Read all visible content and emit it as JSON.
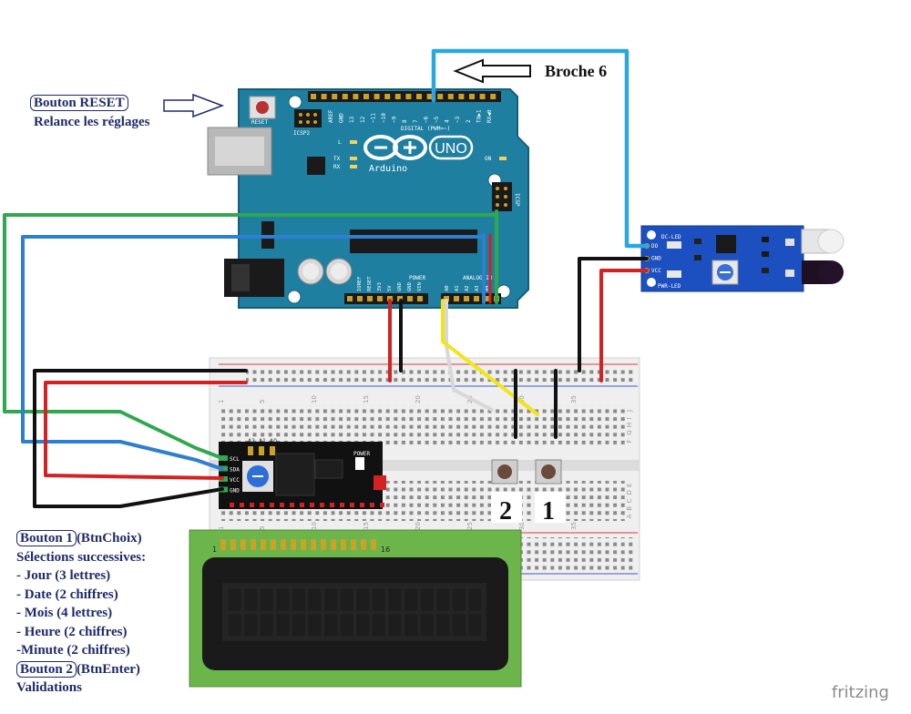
{
  "reset_note": {
    "button": "Bouton RESET",
    "desc": "Relance les réglages"
  },
  "broche_label": "Broche 6",
  "board": {
    "logo": "UNO",
    "brand": "Arduino",
    "reset": "RESET",
    "icsp2": "ICSP2",
    "icsp": "ICSP",
    "digital": "DIGITAL (PWM=~)",
    "power": "POWER",
    "analog": "ANALOG IN",
    "on": "ON",
    "l": "L",
    "tx": "TX",
    "rx": "RX",
    "aref": "AREF",
    "gnd": "GND",
    "pins_digital": [
      "13",
      "12",
      "~11",
      "~10",
      "~9",
      "8",
      "7",
      "~6",
      "~5",
      "4",
      "~3",
      "2",
      "TX▶1",
      "RX◀0"
    ],
    "pins_power": [
      "IOREF",
      "RESET",
      "3V3",
      "5V",
      "GND",
      "GND",
      "VIN"
    ],
    "pins_analog": [
      "A0",
      "A1",
      "A2",
      "A3",
      "A4",
      "A5"
    ]
  },
  "sensor": {
    "dc_led": "DC-LED",
    "pwr_led": "PWR-LED",
    "pins": [
      "DO",
      "GND",
      "VCC"
    ]
  },
  "i2c": {
    "pins": [
      "SCL",
      "SDA",
      "VCC",
      "GND"
    ],
    "addr": [
      "A2",
      "A1",
      "A0"
    ],
    "power": "POWER"
  },
  "breadboard": {
    "cols": [
      "1",
      "5",
      "10",
      "15",
      "20",
      "25",
      "30",
      "35"
    ],
    "rows_top": [
      "J",
      "I",
      "H",
      "G",
      "F"
    ],
    "rows_bottom": [
      "E",
      "D",
      "C",
      "B",
      "A"
    ]
  },
  "lcd": {
    "pin1": "1",
    "pin16": "16"
  },
  "buttons": {
    "left": "2",
    "right": "1"
  },
  "instructions": {
    "btn1_label": "Bouton 1",
    "btn1_name": "(BtnChoix)",
    "heading": "Sélections successives:",
    "items": [
      "- Jour (3 lettres)",
      "- Date (2 chiffres)",
      "- Mois (4 lettres)",
      "- Heure (2 chiffres)",
      "-Minute (2 chiffres)"
    ],
    "btn2_label": "Bouton 2",
    "btn2_name": "(BtnEnter)",
    "validations": "Validations"
  },
  "watermark": "fritzing",
  "colors": {
    "board": "#1e7fa1",
    "sensor": "#1c4fbf",
    "i2c": "#111111",
    "lcd_frame": "#6bb54a",
    "lcd_screen": "#1a1a1a",
    "wire_green": "#2fa84f",
    "wire_blue": "#2d7fd2",
    "wire_red": "#d42121",
    "wire_black": "#111111",
    "wire_cyan": "#2aa7e0",
    "wire_yellow": "#f2e51a",
    "wire_white": "#d8d8d8",
    "note_text": "#1f2a6b"
  }
}
